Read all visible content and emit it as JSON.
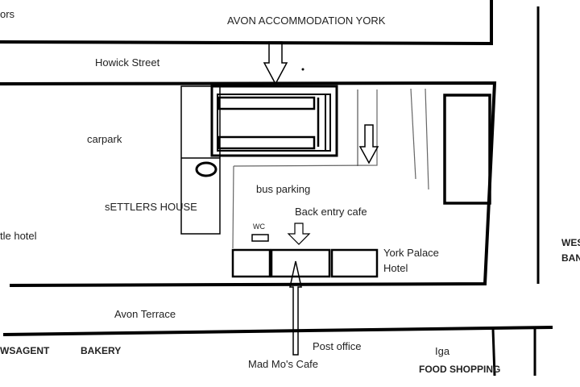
{
  "map": {
    "labels": {
      "top_left_fragment": "ors",
      "accommodation": "AVON ACCOMMODATION YORK",
      "howick_street": "Howick Street",
      "carpark": "carpark",
      "settlers_house": "sETTLERS HOUSE",
      "bus_parking": "bus parking",
      "back_entry_cafe": "Back entry cafe",
      "wc": "WC",
      "castle_hotel_fragment": "tle hotel",
      "york_palace_line1": "York Palace",
      "york_palace_line2": "Hotel",
      "west_fragment_line1": "WES",
      "west_fragment_line2": "BAN",
      "avon_terrace": "Avon Terrace",
      "newsagent_fragment": "WSAGENT",
      "bakery": "BAKERY",
      "post_office": "Post office",
      "mad_mos_cafe": "Mad Mo's Cafe",
      "iga": "Iga",
      "food_shopping": "FOOD SHOPPING"
    }
  }
}
